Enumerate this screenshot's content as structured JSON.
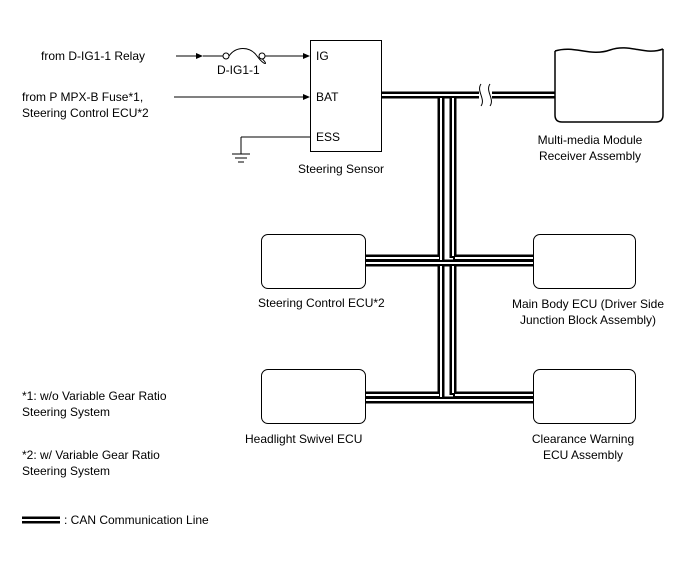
{
  "inputs": {
    "ig_source": "from D-IG1-1 Relay",
    "fuse": "D-IG1-1",
    "bat_source_line1": "from P MPX-B Fuse*1,",
    "bat_source_line2": "Steering Control ECU*2"
  },
  "sensor": {
    "pin_ig": "IG",
    "pin_bat": "BAT",
    "pin_ess": "ESS",
    "label": "Steering Sensor"
  },
  "ecus": {
    "multimedia_line1": "Multi-media Module",
    "multimedia_line2": "Receiver Assembly",
    "steering_control": "Steering Control ECU*2",
    "main_body_line1": "Main Body ECU (Driver Side",
    "main_body_line2": "Junction Block Assembly)",
    "headlight": "Headlight Swivel ECU",
    "clearance_line1": "Clearance Warning",
    "clearance_line2": "ECU Assembly"
  },
  "notes": {
    "n1_line1": "*1: w/o Variable Gear Ratio",
    "n1_line2": "Steering System",
    "n2_line1": "*2: w/ Variable Gear Ratio",
    "n2_line2": "Steering System"
  },
  "legend": {
    "can_line": ": CAN Communication Line"
  }
}
